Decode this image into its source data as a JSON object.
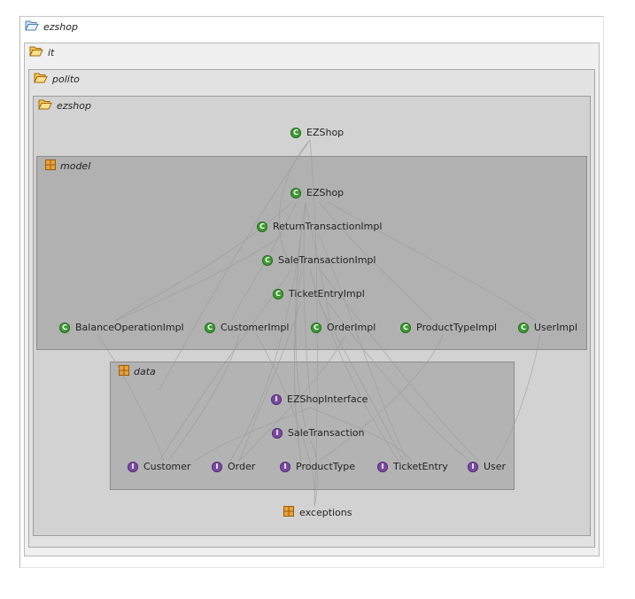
{
  "packages": {
    "ezshop_root": "ezshop",
    "it": "it",
    "polito": "polito",
    "ezshop": "ezshop",
    "model": "model",
    "data": "data",
    "exceptions": "exceptions"
  },
  "nodes": {
    "ezshop_class": "EZShop",
    "model_ezshop": "EZShop",
    "return_tx": "ReturnTransactionImpl",
    "sale_tx": "SaleTransactionImpl",
    "ticket_entry": "TicketEntryImpl",
    "balance_op": "BalanceOperationImpl",
    "customer_impl": "CustomerImpl",
    "order_impl": "OrderImpl",
    "product_type_impl": "ProductTypeImpl",
    "user_impl": "UserImpl",
    "ezshop_interface": "EZShopInterface",
    "sale_transaction": "SaleTransaction",
    "customer": "Customer",
    "order": "Order",
    "product_type": "ProductType",
    "ticket_entry_if": "TicketEntry",
    "user": "User"
  },
  "badges": {
    "class": "C",
    "interface": "I"
  },
  "colors": {
    "class_badge": "#3f9b35",
    "interface_badge": "#7a4aa0",
    "package_icon": "#d98a1e",
    "edge": "#9a9a9a"
  }
}
